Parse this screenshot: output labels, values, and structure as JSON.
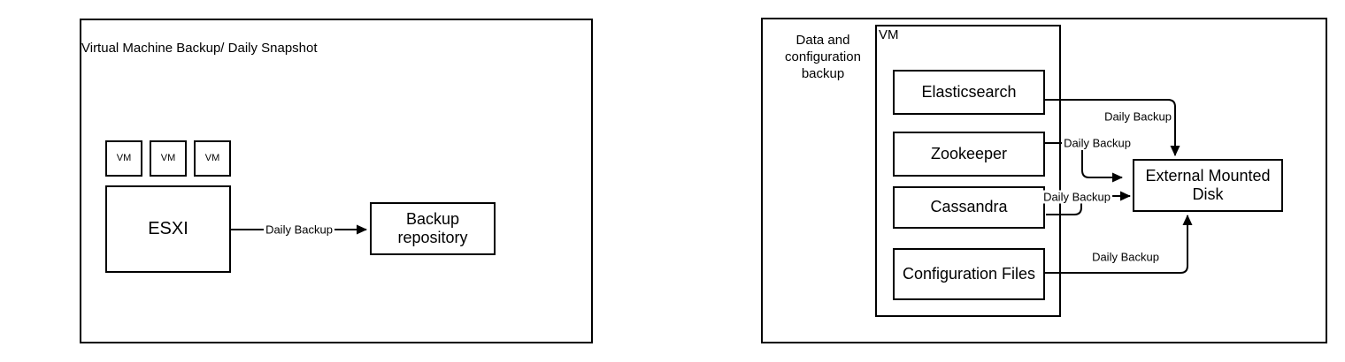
{
  "left_diagram": {
    "title": "Virtual Machine Backup/ Daily Snapshot",
    "vm_boxes": [
      "VM",
      "VM",
      "VM"
    ],
    "esxi_label": "ESXI",
    "repo_label": "Backup repository",
    "edge_label": "Daily Backup"
  },
  "right_diagram": {
    "group_label": "Data and configuration backup",
    "vm_container_label": "VM",
    "services": [
      "Elasticsearch",
      "Zookeeper",
      "Cassandra",
      "Configuration Files"
    ],
    "disk_label": "External Mounted Disk",
    "edges": [
      "Daily Backup",
      "Daily Backup",
      "Daily Backup",
      "Daily Backup"
    ]
  },
  "colors": {
    "stroke": "#000000",
    "background": "#ffffff",
    "text": "#000000"
  }
}
